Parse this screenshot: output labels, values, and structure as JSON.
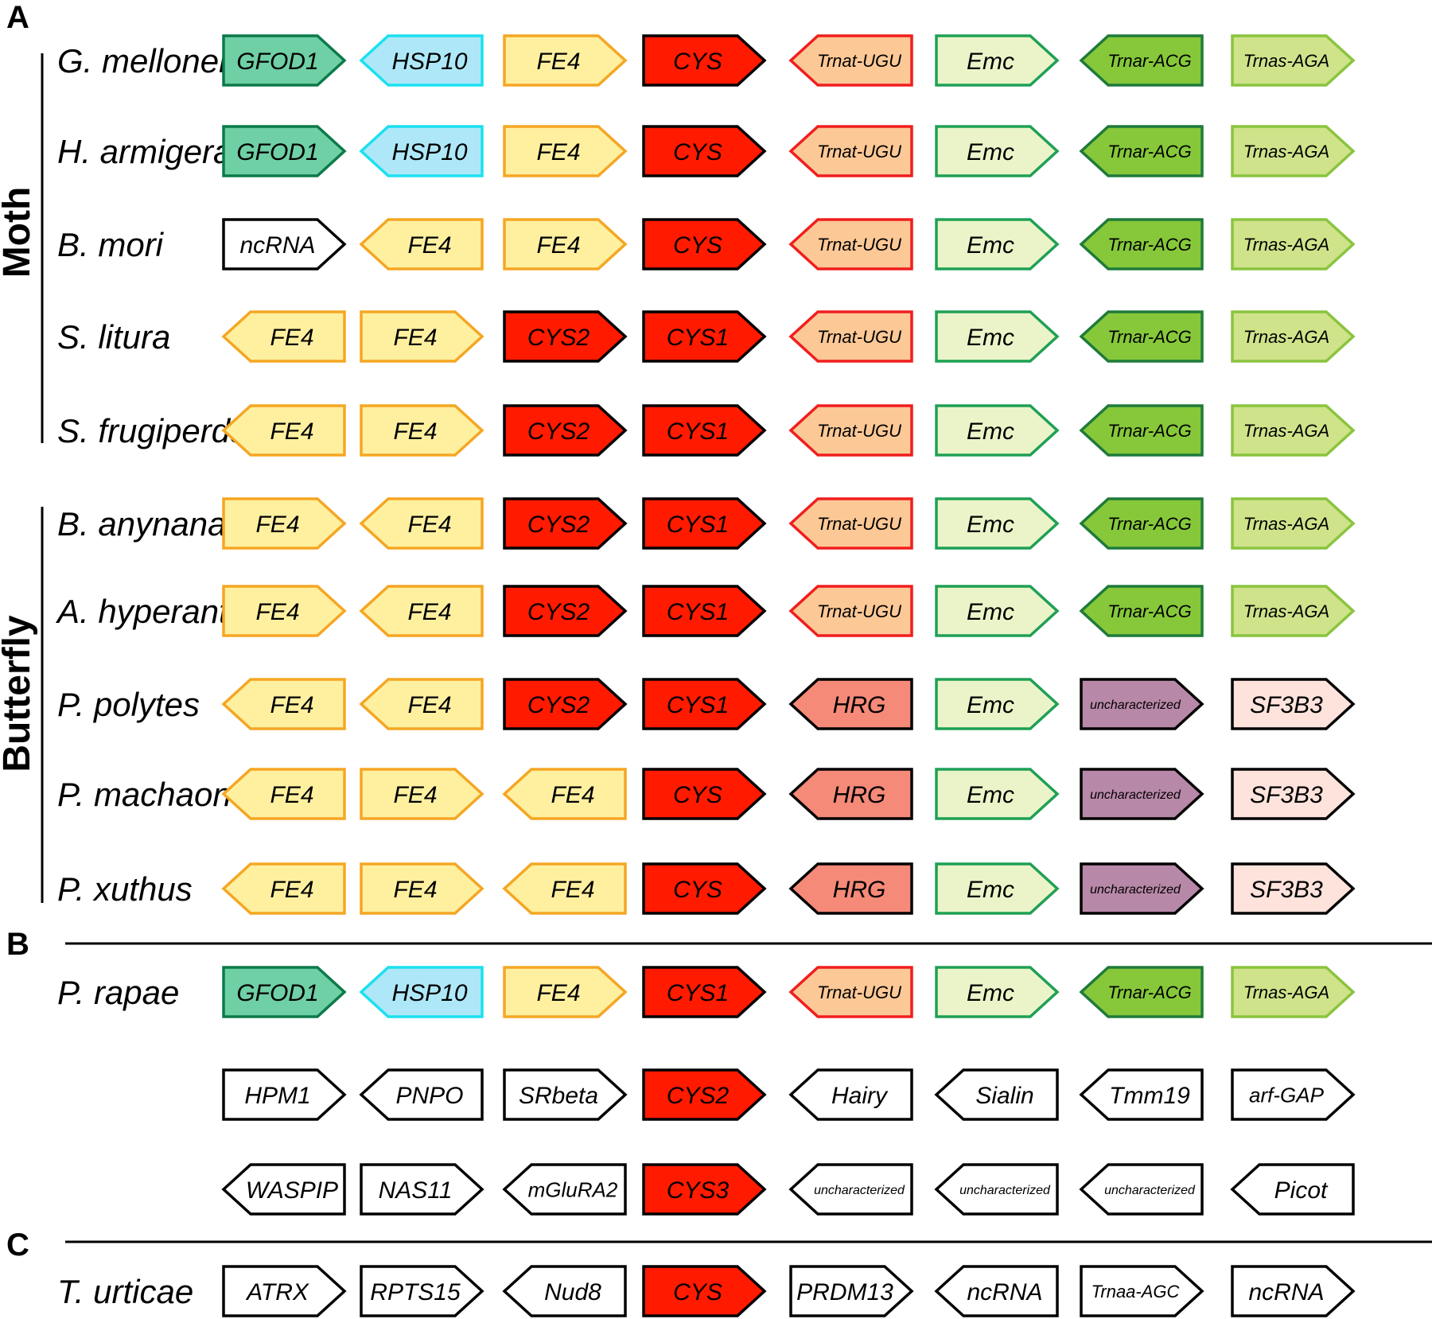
{
  "panels": [
    "A",
    "B",
    "C"
  ],
  "groups": [
    {
      "label": "Moth",
      "rows": [
        0,
        4
      ]
    },
    {
      "label": "Butterfly",
      "rows": [
        5,
        9
      ]
    }
  ],
  "gene_styles": {
    "GFOD1": {
      "fill": "#6fcfa5",
      "stroke": "#0c7a4a"
    },
    "HSP10": {
      "fill": "#aee8f8",
      "stroke": "#1be0f0"
    },
    "FE4": {
      "fill": "#fff0a0",
      "stroke": "#f5a623"
    },
    "CYS": {
      "fill": "#ff1a00",
      "stroke": "#000000"
    },
    "Trnat-UGU": {
      "fill": "#fcc896",
      "stroke": "#f01e1e"
    },
    "Emc": {
      "fill": "#eaf4c8",
      "stroke": "#1fa055"
    },
    "Trnar-ACG": {
      "fill": "#86c83a",
      "stroke": "#1f7a3a"
    },
    "Trnas-AGA": {
      "fill": "#cfe38a",
      "stroke": "#8ac43f"
    },
    "HRG": {
      "fill": "#f58a78",
      "stroke": "#000000"
    },
    "uncharacterized-violet": {
      "fill": "#b888a8",
      "stroke": "#000000"
    },
    "SF3B3": {
      "fill": "#fde3dc",
      "stroke": "#000000"
    },
    "plain": {
      "fill": "#ffffff",
      "stroke": "#000000"
    }
  },
  "rows": [
    {
      "panel": "A",
      "species": "G. mellonella",
      "genes": [
        {
          "label": "GFOD1",
          "dir": "right",
          "style": "GFOD1"
        },
        {
          "label": "HSP10",
          "dir": "left",
          "style": "HSP10"
        },
        {
          "label": "FE4",
          "dir": "right",
          "style": "FE4"
        },
        {
          "label": "CYS",
          "dir": "right",
          "style": "CYS"
        },
        {
          "label": "Trnat-UGU",
          "dir": "left",
          "style": "Trnat-UGU"
        },
        {
          "label": "Emc",
          "dir": "right",
          "style": "Emc"
        },
        {
          "label": "Trnar-ACG",
          "dir": "left",
          "style": "Trnar-ACG"
        },
        {
          "label": "Trnas-AGA",
          "dir": "right",
          "style": "Trnas-AGA"
        }
      ]
    },
    {
      "panel": "A",
      "species": "H. armigera",
      "genes": [
        {
          "label": "GFOD1",
          "dir": "right",
          "style": "GFOD1"
        },
        {
          "label": "HSP10",
          "dir": "left",
          "style": "HSP10"
        },
        {
          "label": "FE4",
          "dir": "right",
          "style": "FE4"
        },
        {
          "label": "CYS",
          "dir": "right",
          "style": "CYS"
        },
        {
          "label": "Trnat-UGU",
          "dir": "left",
          "style": "Trnat-UGU"
        },
        {
          "label": "Emc",
          "dir": "right",
          "style": "Emc"
        },
        {
          "label": "Trnar-ACG",
          "dir": "left",
          "style": "Trnar-ACG"
        },
        {
          "label": "Trnas-AGA",
          "dir": "right",
          "style": "Trnas-AGA"
        }
      ]
    },
    {
      "panel": "A",
      "species": "B. mori",
      "genes": [
        {
          "label": "ncRNA",
          "dir": "right",
          "style": "plain"
        },
        {
          "label": "FE4",
          "dir": "left",
          "style": "FE4"
        },
        {
          "label": "FE4",
          "dir": "right",
          "style": "FE4"
        },
        {
          "label": "CYS",
          "dir": "right",
          "style": "CYS"
        },
        {
          "label": "Trnat-UGU",
          "dir": "left",
          "style": "Trnat-UGU"
        },
        {
          "label": "Emc",
          "dir": "right",
          "style": "Emc"
        },
        {
          "label": "Trnar-ACG",
          "dir": "left",
          "style": "Trnar-ACG"
        },
        {
          "label": "Trnas-AGA",
          "dir": "right",
          "style": "Trnas-AGA"
        }
      ]
    },
    {
      "panel": "A",
      "species": "S. litura",
      "genes": [
        {
          "label": "FE4",
          "dir": "left",
          "style": "FE4"
        },
        {
          "label": "FE4",
          "dir": "right",
          "style": "FE4"
        },
        {
          "label": "CYS2",
          "dir": "right",
          "style": "CYS"
        },
        {
          "label": "CYS1",
          "dir": "right",
          "style": "CYS"
        },
        {
          "label": "Trnat-UGU",
          "dir": "left",
          "style": "Trnat-UGU"
        },
        {
          "label": "Emc",
          "dir": "right",
          "style": "Emc"
        },
        {
          "label": "Trnar-ACG",
          "dir": "left",
          "style": "Trnar-ACG"
        },
        {
          "label": "Trnas-AGA",
          "dir": "right",
          "style": "Trnas-AGA"
        }
      ]
    },
    {
      "panel": "A",
      "species": "S. frugiperda",
      "genes": [
        {
          "label": "FE4",
          "dir": "left",
          "style": "FE4"
        },
        {
          "label": "FE4",
          "dir": "right",
          "style": "FE4"
        },
        {
          "label": "CYS2",
          "dir": "right",
          "style": "CYS"
        },
        {
          "label": "CYS1",
          "dir": "right",
          "style": "CYS"
        },
        {
          "label": "Trnat-UGU",
          "dir": "left",
          "style": "Trnat-UGU"
        },
        {
          "label": "Emc",
          "dir": "right",
          "style": "Emc"
        },
        {
          "label": "Trnar-ACG",
          "dir": "left",
          "style": "Trnar-ACG"
        },
        {
          "label": "Trnas-AGA",
          "dir": "right",
          "style": "Trnas-AGA"
        }
      ]
    },
    {
      "panel": "A",
      "species": "B. anynana",
      "genes": [
        {
          "label": "FE4",
          "dir": "right",
          "style": "FE4"
        },
        {
          "label": "FE4",
          "dir": "left",
          "style": "FE4"
        },
        {
          "label": "CYS2",
          "dir": "right",
          "style": "CYS"
        },
        {
          "label": "CYS1",
          "dir": "right",
          "style": "CYS"
        },
        {
          "label": "Trnat-UGU",
          "dir": "left",
          "style": "Trnat-UGU"
        },
        {
          "label": "Emc",
          "dir": "right",
          "style": "Emc"
        },
        {
          "label": "Trnar-ACG",
          "dir": "left",
          "style": "Trnar-ACG"
        },
        {
          "label": "Trnas-AGA",
          "dir": "right",
          "style": "Trnas-AGA"
        }
      ]
    },
    {
      "panel": "A",
      "species": "A. hyperantus",
      "genes": [
        {
          "label": "FE4",
          "dir": "right",
          "style": "FE4"
        },
        {
          "label": "FE4",
          "dir": "left",
          "style": "FE4"
        },
        {
          "label": "CYS2",
          "dir": "right",
          "style": "CYS"
        },
        {
          "label": "CYS1",
          "dir": "right",
          "style": "CYS"
        },
        {
          "label": "Trnat-UGU",
          "dir": "left",
          "style": "Trnat-UGU"
        },
        {
          "label": "Emc",
          "dir": "right",
          "style": "Emc"
        },
        {
          "label": "Trnar-ACG",
          "dir": "left",
          "style": "Trnar-ACG"
        },
        {
          "label": "Trnas-AGA",
          "dir": "right",
          "style": "Trnas-AGA"
        }
      ]
    },
    {
      "panel": "A",
      "species": "P. polytes",
      "genes": [
        {
          "label": "FE4",
          "dir": "left",
          "style": "FE4"
        },
        {
          "label": "FE4",
          "dir": "left",
          "style": "FE4"
        },
        {
          "label": "CYS2",
          "dir": "right",
          "style": "CYS"
        },
        {
          "label": "CYS1",
          "dir": "right",
          "style": "CYS"
        },
        {
          "label": "HRG",
          "dir": "left",
          "style": "HRG"
        },
        {
          "label": "Emc",
          "dir": "right",
          "style": "Emc"
        },
        {
          "label": "uncharacterized",
          "dir": "right",
          "style": "uncharacterized-violet"
        },
        {
          "label": "SF3B3",
          "dir": "right",
          "style": "SF3B3"
        }
      ]
    },
    {
      "panel": "A",
      "species": "P. machaon",
      "genes": [
        {
          "label": "FE4",
          "dir": "left",
          "style": "FE4"
        },
        {
          "label": "FE4",
          "dir": "right",
          "style": "FE4"
        },
        {
          "label": "FE4",
          "dir": "left",
          "style": "FE4"
        },
        {
          "label": "CYS",
          "dir": "right",
          "style": "CYS"
        },
        {
          "label": "HRG",
          "dir": "left",
          "style": "HRG"
        },
        {
          "label": "Emc",
          "dir": "right",
          "style": "Emc"
        },
        {
          "label": "uncharacterized",
          "dir": "right",
          "style": "uncharacterized-violet"
        },
        {
          "label": "SF3B3",
          "dir": "right",
          "style": "SF3B3"
        }
      ]
    },
    {
      "panel": "A",
      "species": "P. xuthus",
      "genes": [
        {
          "label": "FE4",
          "dir": "left",
          "style": "FE4"
        },
        {
          "label": "FE4",
          "dir": "right",
          "style": "FE4"
        },
        {
          "label": "FE4",
          "dir": "left",
          "style": "FE4"
        },
        {
          "label": "CYS",
          "dir": "right",
          "style": "CYS"
        },
        {
          "label": "HRG",
          "dir": "left",
          "style": "HRG"
        },
        {
          "label": "Emc",
          "dir": "right",
          "style": "Emc"
        },
        {
          "label": "uncharacterized",
          "dir": "right",
          "style": "uncharacterized-violet"
        },
        {
          "label": "SF3B3",
          "dir": "right",
          "style": "SF3B3"
        }
      ]
    },
    {
      "panel": "B",
      "species": "P. rapae",
      "genes": [
        {
          "label": "GFOD1",
          "dir": "right",
          "style": "GFOD1"
        },
        {
          "label": "HSP10",
          "dir": "left",
          "style": "HSP10"
        },
        {
          "label": "FE4",
          "dir": "right",
          "style": "FE4"
        },
        {
          "label": "CYS1",
          "dir": "right",
          "style": "CYS"
        },
        {
          "label": "Trnat-UGU",
          "dir": "left",
          "style": "Trnat-UGU"
        },
        {
          "label": "Emc",
          "dir": "right",
          "style": "Emc"
        },
        {
          "label": "Trnar-ACG",
          "dir": "left",
          "style": "Trnar-ACG"
        },
        {
          "label": "Trnas-AGA",
          "dir": "right",
          "style": "Trnas-AGA"
        }
      ]
    },
    {
      "panel": "B",
      "species": "",
      "genes": [
        {
          "label": "HPM1",
          "dir": "right",
          "style": "plain"
        },
        {
          "label": "PNPO",
          "dir": "left",
          "style": "plain"
        },
        {
          "label": "SRbeta",
          "dir": "right",
          "style": "plain"
        },
        {
          "label": "CYS2",
          "dir": "right",
          "style": "CYS"
        },
        {
          "label": "Hairy",
          "dir": "left",
          "style": "plain"
        },
        {
          "label": "Sialin",
          "dir": "left",
          "style": "plain"
        },
        {
          "label": "Tmm19",
          "dir": "left",
          "style": "plain"
        },
        {
          "label": "arf-GAP",
          "dir": "right",
          "style": "plain"
        }
      ]
    },
    {
      "panel": "B",
      "species": "",
      "genes": [
        {
          "label": "WASPIP",
          "dir": "left",
          "style": "plain"
        },
        {
          "label": "NAS11",
          "dir": "right",
          "style": "plain"
        },
        {
          "label": "mGluRA2",
          "dir": "left",
          "style": "plain"
        },
        {
          "label": "CYS3",
          "dir": "right",
          "style": "CYS"
        },
        {
          "label": "uncharacterized",
          "dir": "left",
          "style": "plain"
        },
        {
          "label": "uncharacterized",
          "dir": "left",
          "style": "plain"
        },
        {
          "label": "uncharacterized",
          "dir": "left",
          "style": "plain"
        },
        {
          "label": "Picot",
          "dir": "left",
          "style": "plain"
        }
      ]
    },
    {
      "panel": "C",
      "species": "T. urticae",
      "genes": [
        {
          "label": "ATRX",
          "dir": "right",
          "style": "plain"
        },
        {
          "label": "RPTS15",
          "dir": "right",
          "style": "plain"
        },
        {
          "label": "Nud8",
          "dir": "left",
          "style": "plain"
        },
        {
          "label": "CYS",
          "dir": "right",
          "style": "CYS"
        },
        {
          "label": "PRDM13",
          "dir": "right",
          "style": "plain"
        },
        {
          "label": "ncRNA",
          "dir": "left",
          "style": "plain"
        },
        {
          "label": "Trnaa-AGC",
          "dir": "right",
          "style": "plain"
        },
        {
          "label": "ncRNA",
          "dir": "right",
          "style": "plain"
        }
      ]
    }
  ]
}
